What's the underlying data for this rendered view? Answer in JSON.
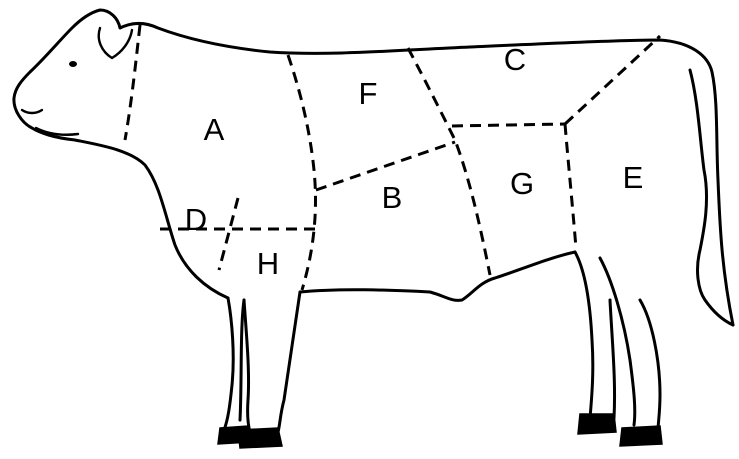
{
  "diagram": {
    "labels": {
      "a": "A",
      "b": "B",
      "c": "C",
      "d": "D",
      "e": "E",
      "f": "F",
      "g": "G",
      "h": "H"
    },
    "colors": {
      "outline": "#000000",
      "background": "#ffffff"
    }
  }
}
